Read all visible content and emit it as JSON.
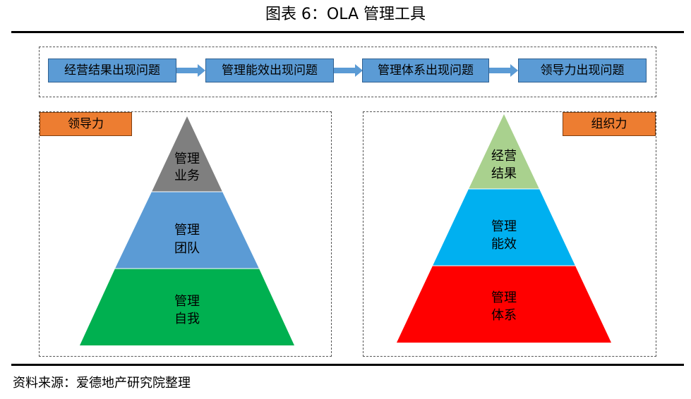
{
  "title": "图表 6：OLA 管理工具",
  "source": "资料来源：爱德地产研究院整理",
  "flow": {
    "steps": [
      "经营结果出现问题",
      "管理能效出现问题",
      "管理体系出现问题",
      "领导力出现问题"
    ],
    "step_color": "#5b9bd5",
    "arrow_color": "#5b9bd5"
  },
  "left_panel": {
    "tag": "领导力",
    "tag_color": "#ed7d31",
    "layers": [
      {
        "line1": "管理",
        "line2": "业务",
        "color": "#7f7f7f"
      },
      {
        "line1": "管理",
        "line2": "团队",
        "color": "#5b9bd5"
      },
      {
        "line1": "管理",
        "line2": "自我",
        "color": "#00b050"
      }
    ]
  },
  "right_panel": {
    "tag": "组织力",
    "tag_color": "#ed7d31",
    "layers": [
      {
        "line1": "经营",
        "line2": "结果",
        "color": "#a9d18e"
      },
      {
        "line1": "管理",
        "line2": "能效",
        "color": "#00b0f0"
      },
      {
        "line1": "管理",
        "line2": "体系",
        "color": "#ff0000"
      }
    ]
  }
}
